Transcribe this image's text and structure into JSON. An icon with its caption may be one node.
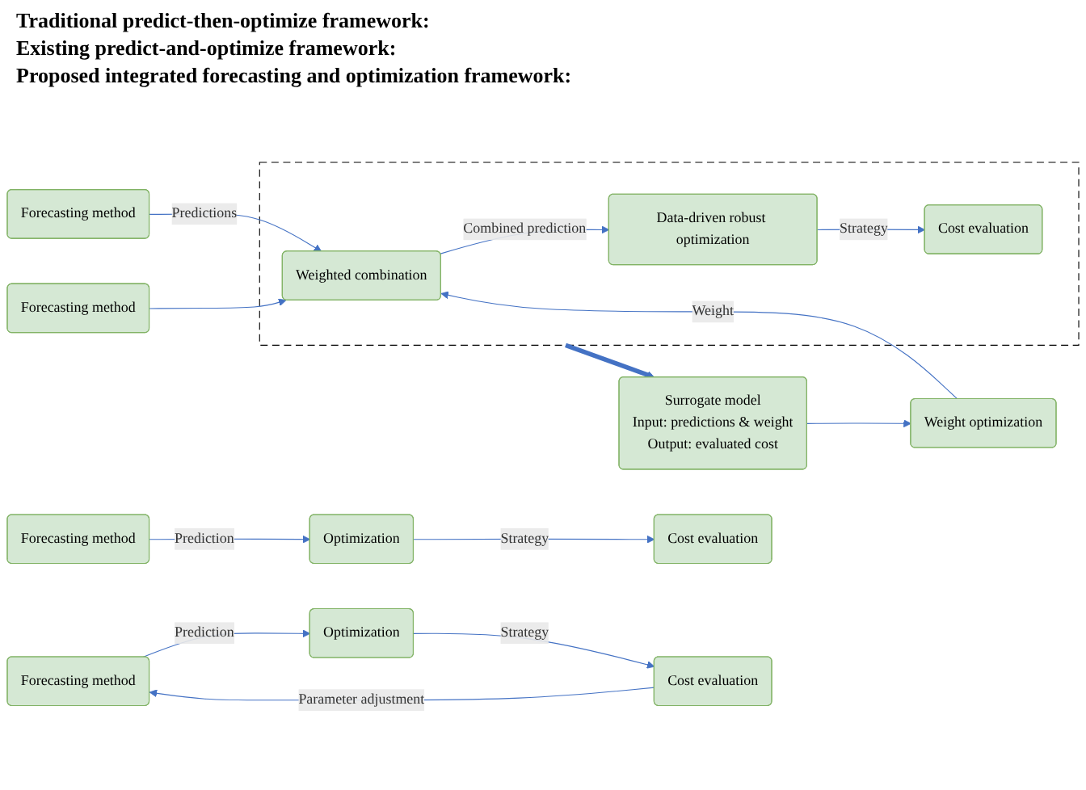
{
  "diagram": {
    "nodes": [
      {
        "text": [
          "Forecasting method"
        ]
      },
      {
        "text": [
          "Optimization"
        ]
      },
      {
        "text": [
          "Cost evaluation"
        ]
      },
      {
        "text": [
          "Forecasting method"
        ]
      },
      {
        "text": [
          "Optimization"
        ]
      },
      {
        "text": [
          "Cost evaluation"
        ]
      },
      {
        "text": [
          "Forecasting method"
        ]
      },
      {
        "text": [
          "Forecasting method"
        ]
      },
      {
        "text": [],
        "shape": "box"
      },
      {
        "text": [
          "Weighted combination"
        ],
        "in": 8
      },
      {
        "text": [
          "Data-driven robust optimization"
        ],
        "in": 8
      },
      {
        "text": [
          "Cost evaluation"
        ],
        "in": 8
      },
      {
        "text": [
          "Surrogate model",
          "Input: predictions & weight",
          "Output: evaluated cost"
        ]
      },
      {
        "text": [
          "Weight optimization"
        ]
      }
    ],
    "edges": [
      {
        "from": 0,
        "to": 1,
        "arrow": "to",
        "label": "Prediction"
      },
      {
        "from": 1,
        "to": 2,
        "arrow": "to",
        "label": "Strategy"
      },
      {
        "from": 3,
        "to": 4,
        "arrow": "to",
        "label": "Prediction"
      },
      {
        "from": 4,
        "to": 5,
        "arrow": "to",
        "label": "Strategy"
      },
      {
        "from": 5,
        "to": 3,
        "arrow": "to",
        "label": "Parameter adjustment"
      },
      {
        "from": 6,
        "to": 9,
        "arrow": "to",
        "label": "Predictions"
      },
      {
        "from": 7,
        "to": 9,
        "arrow": "to"
      },
      {
        "from": 9,
        "to": 10,
        "arrow": "to",
        "label": "Combined prediction"
      },
      {
        "from": 10,
        "to": 11,
        "arrow": "to",
        "label": "Strategy"
      },
      {
        "from": 8,
        "to": 12,
        "arrow": "to",
        "style": "thick"
      },
      {
        "from": 12,
        "to": 13,
        "arrow": "to"
      },
      {
        "from": 13,
        "to": 9,
        "arrow": "to",
        "label": "Weight"
      }
    ],
    "labels": [
      "Traditional predict-then-optimize framework:",
      "Existing predict-and-optimize framework:",
      "Proposed integrated forecasting and optimization framework:"
    ]
  }
}
